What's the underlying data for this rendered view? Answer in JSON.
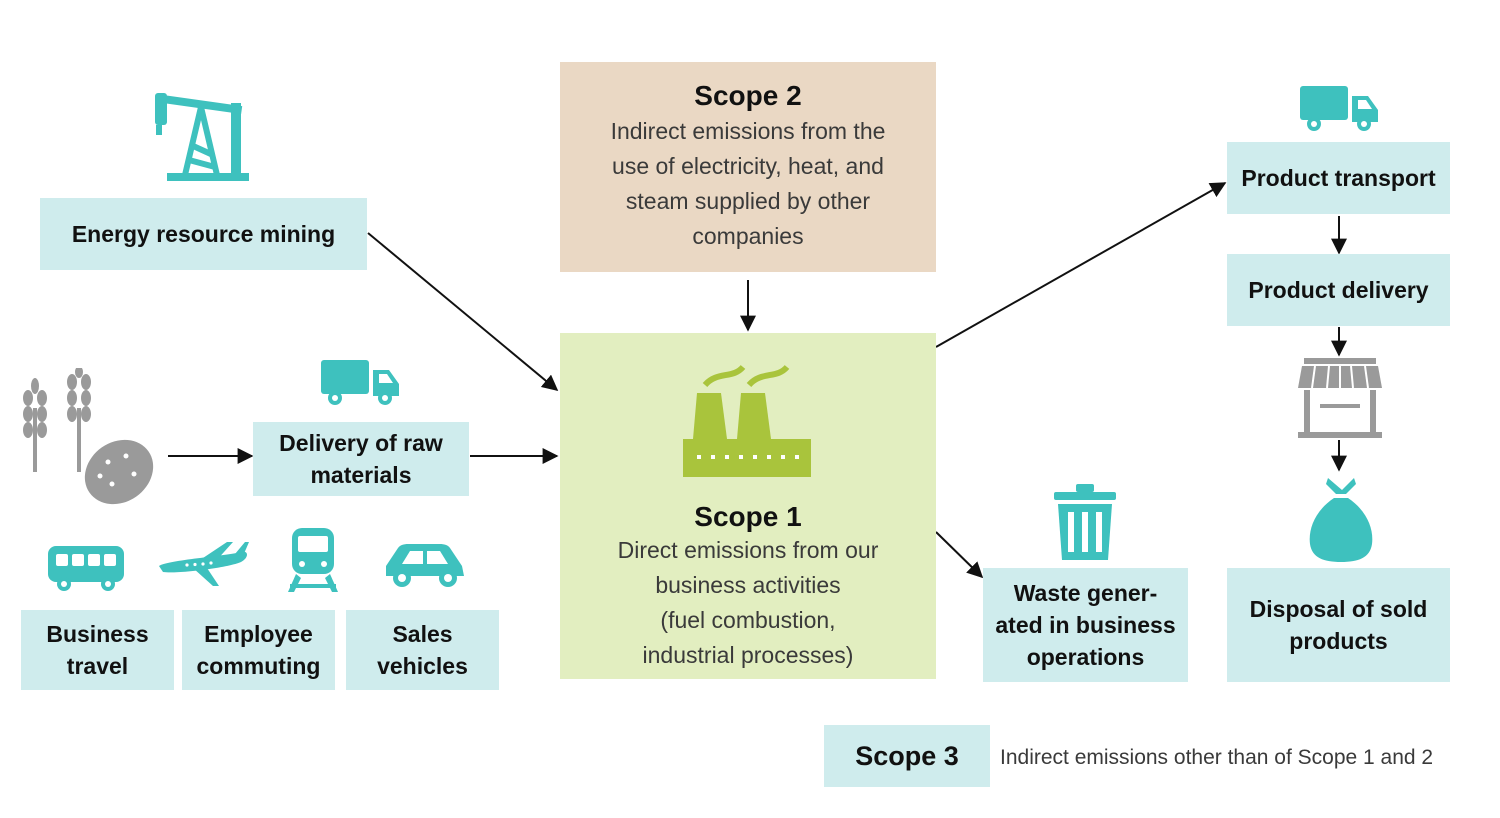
{
  "scope2": {
    "title": "Scope 2",
    "description_lines": [
      "Indirect emissions from the",
      "use of electricity, heat, and",
      "steam supplied by other",
      "companies"
    ]
  },
  "scope1": {
    "title": "Scope 1",
    "description_lines": [
      "Direct emissions from our",
      "business activities",
      "(fuel combustion,",
      "industrial processes)"
    ]
  },
  "upstream": {
    "energy_mining": "Energy resource mining",
    "raw_delivery_lines": [
      "Delivery of raw",
      "materials"
    ],
    "business_travel_lines": [
      "Business",
      "travel"
    ],
    "employee_commuting_lines": [
      "Employee",
      "commuting"
    ],
    "sales_vehicles_lines": [
      "Sales",
      "vehicles"
    ]
  },
  "downstream": {
    "product_transport": "Product transport",
    "product_delivery": "Product delivery",
    "waste_lines": [
      "Waste gener-",
      "ated in business",
      "operations"
    ],
    "disposal_lines": [
      "Disposal of sold",
      "products"
    ]
  },
  "legend": {
    "label": "Scope 3",
    "description": "Indirect emissions other than of Scope 1 and 2"
  },
  "colors": {
    "scope3_box": "#cfeced",
    "scope2_box": "#ead8c4",
    "scope1_box": "#e2eec0",
    "teal_icon": "#3ec1be",
    "green_icon": "#a9c43c",
    "gray_icon": "#9a9a9a"
  },
  "icons": [
    "oil-pump-icon",
    "wheat-icon",
    "potato-icon",
    "truck-icon",
    "bus-icon",
    "airplane-icon",
    "train-icon",
    "car-icon",
    "factory-icon",
    "trash-bin-icon",
    "store-icon",
    "garbage-bag-icon"
  ]
}
